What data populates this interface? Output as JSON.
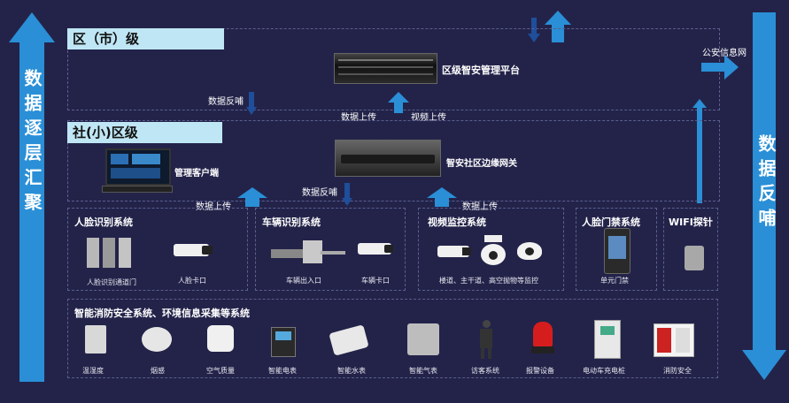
{
  "left_arrow_text": "数据逐层汇聚",
  "right_arrow_text": "数据反哺",
  "tiers": {
    "district": "区（市）级",
    "community": "社(小)区级"
  },
  "platform": "区级智安管理平台",
  "gateway": "智安社区边缘网关",
  "client": "管理客户端",
  "police_net": "公安信息网",
  "flows": {
    "feedback_top": "数据反哺",
    "upload_top": "数据上传",
    "video_upload": "视频上传",
    "feedback_mid": "数据反哺",
    "upload_left": "数据上传",
    "upload_right": "数据上传"
  },
  "systems": {
    "face": {
      "title": "人脸识别系统",
      "items": [
        "人脸识别通道门",
        "人脸卡口"
      ]
    },
    "vehicle": {
      "title": "车辆识别系统",
      "items": [
        "车辆出入口",
        "车辆卡口"
      ]
    },
    "video": {
      "title": "视频监控系统",
      "caption": "楼道、主干道、高空抛物等监控"
    },
    "door": {
      "title": "人脸门禁系统",
      "caption": "单元门禁"
    },
    "wifi": {
      "title": "WIFI探针"
    }
  },
  "fire": {
    "title": "智能消防安全系统、环境信息采集等系统",
    "items": [
      "温湿度",
      "烟感",
      "空气质量",
      "智能电表",
      "智能水表",
      "智能气表",
      "访客系统",
      "报警设备",
      "电动车充电桩",
      "消防安全"
    ]
  },
  "colors": {
    "background": "#23234a",
    "arrow": "#2a8fd6",
    "tier_label": "#bfe6f4"
  }
}
